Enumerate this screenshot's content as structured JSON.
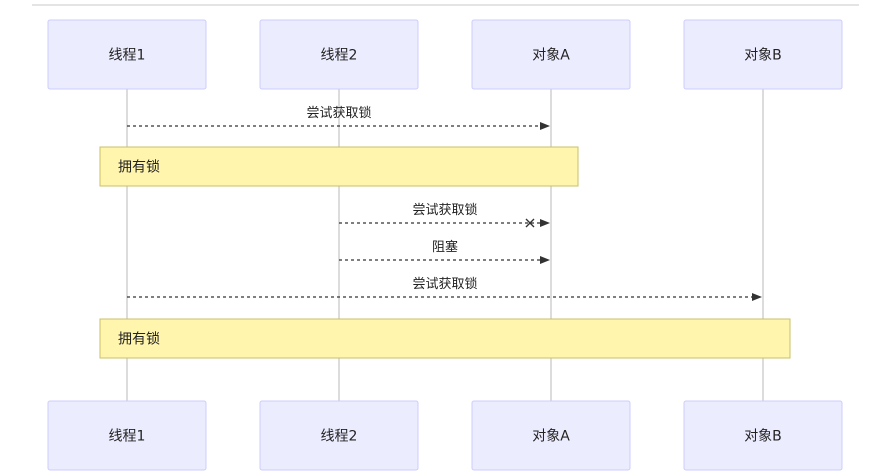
{
  "actors": [
    {
      "id": "t1",
      "label": "线程1"
    },
    {
      "id": "t2",
      "label": "线程2"
    },
    {
      "id": "oa",
      "label": "对象A"
    },
    {
      "id": "ob",
      "label": "对象B"
    }
  ],
  "steps": [
    {
      "kind": "message",
      "from": "t1",
      "to": "oa",
      "label": "尝试获取锁",
      "arrow": "filled"
    },
    {
      "kind": "note",
      "from": "t1",
      "to": "oa",
      "label": "拥有锁"
    },
    {
      "kind": "message",
      "from": "t2",
      "to": "oa",
      "label": "尝试获取锁",
      "arrow": "cross"
    },
    {
      "kind": "message",
      "from": "t2",
      "to": "oa",
      "label": "阻塞",
      "arrow": "filled"
    },
    {
      "kind": "message",
      "from": "t1",
      "to": "ob",
      "label": "尝试获取锁",
      "arrow": "filled"
    },
    {
      "kind": "note",
      "from": "t1",
      "to": "ob",
      "label": "拥有锁"
    }
  ]
}
